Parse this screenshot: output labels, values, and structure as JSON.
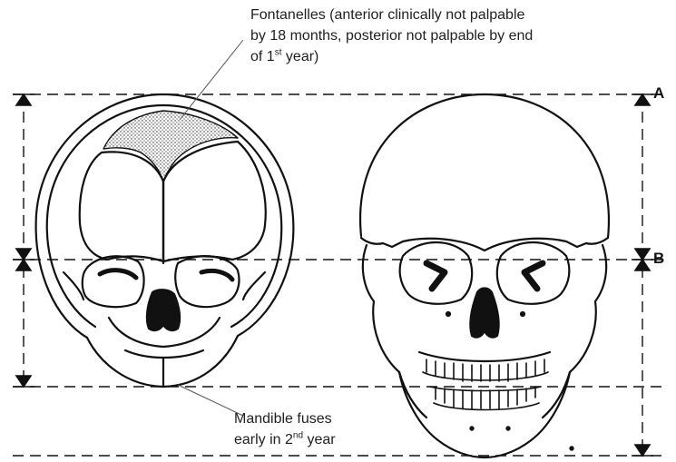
{
  "annotations": {
    "fontanelles": {
      "text_main": "Fontanelles (anterior clinically not palpable",
      "line2": "by 18 months, posterior not palpable by end",
      "line3_pre": "of 1",
      "line3_sup": "st",
      "line3_post": " year)"
    },
    "mandible": {
      "line1": "Mandible fuses",
      "line2_pre": "early in 2",
      "line2_sup": "nd",
      "line2_post": " year"
    }
  },
  "markers": {
    "top": "A",
    "middle": "B"
  },
  "icons": {
    "infant_skull": "infant-skull-illustration",
    "adult_skull": "adult-skull-illustration"
  },
  "colors": {
    "ink": "#111111",
    "text": "#1f1f1f",
    "background": "#ffffff"
  }
}
